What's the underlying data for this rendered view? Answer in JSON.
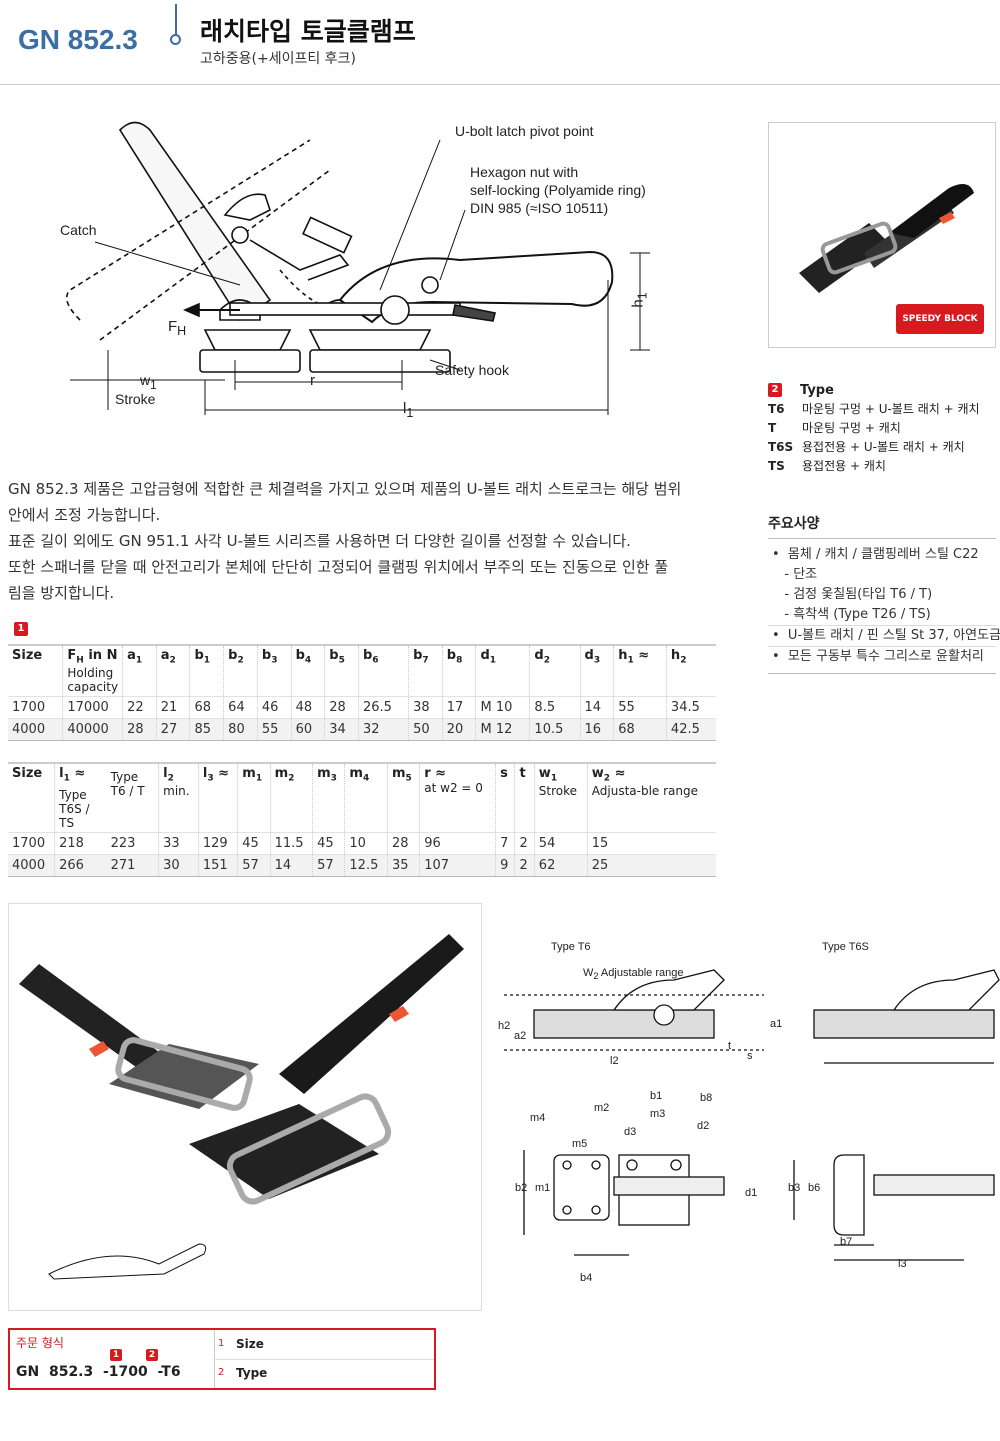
{
  "header": {
    "code": "GN 852.3",
    "title": "래치타입 토글클램프",
    "subtitle": "고하중용(+세이프티 후크)"
  },
  "drawing": {
    "latch_pivot": "U-bolt latch pivot point",
    "hex_nut_1": "Hexagon nut with",
    "hex_nut_2": "self-locking (Polyamide ring)",
    "hex_nut_3": "DIN 985 (≈ISO 10511)",
    "catch": "Catch",
    "fh": "F",
    "fh_sub": "H",
    "safety_hook": "Safety hook",
    "w1": "w",
    "w1_sub": "1",
    "stroke": "Stroke",
    "r": "r",
    "l1": "l",
    "l1_sub": "1",
    "h1": "h",
    "h1_sub": "1"
  },
  "type_table": {
    "marker": "2",
    "title": "Type",
    "rows": [
      {
        "code": "T6",
        "desc": "마운팅 구멍 + U-볼트 래치 + 캐치"
      },
      {
        "code": "T",
        "desc": "마운팅 구멍 + 캐치"
      },
      {
        "code": "T6S",
        "desc": "용접전용 + U-볼트 래치 + 캐치"
      },
      {
        "code": "TS",
        "desc": "용접전용 + 캐치"
      }
    ]
  },
  "specs": {
    "title": "주요사양",
    "items": [
      "•  몸체 / 캐치 / 클램핑레버 스틸 C22",
      "   - 단조",
      "   - 검정 옻칠됨(타입 T6 / T)",
      "   - 흑착색 (Type T26 / TS)",
      "•  U-볼트 래치 / 핀 스틸 St 37, 아연도금",
      "•  모든 구동부 특수 그리스로 윤활처리"
    ]
  },
  "description": [
    "GN 852.3 제품은 고압금형에 적합한 큰 체결력을 가지고 있으며 제품의 U-볼트 래치 스트로크는 해당 범위",
    "안에서 조정 가능합니다.",
    "표준 길이 외에도 GN 951.1 사각 U-볼트 시리즈를 사용하면 더 다양한 길이를 선정할 수 있습니다.",
    "또한 스패너를 닫을 때 안전고리가 본체에 단단히 고정되어 클램핑 위치에서 부주의 또는 진동으로 인한 풀",
    "림을 방지합니다."
  ],
  "table1": {
    "marker": "1",
    "headers": [
      {
        "t": "Size",
        "s": ""
      },
      {
        "t": "F",
        "sub": "H",
        "t2": " in N",
        "s": "Holding capacity"
      },
      {
        "t": "a",
        "sub": "1"
      },
      {
        "t": "a",
        "sub": "2"
      },
      {
        "t": "b",
        "sub": "1"
      },
      {
        "t": "b",
        "sub": "2"
      },
      {
        "t": "b",
        "sub": "3"
      },
      {
        "t": "b",
        "sub": "4"
      },
      {
        "t": "b",
        "sub": "5"
      },
      {
        "t": "b",
        "sub": "6"
      },
      {
        "t": "b",
        "sub": "7"
      },
      {
        "t": "b",
        "sub": "8"
      },
      {
        "t": "d",
        "sub": "1"
      },
      {
        "t": "d",
        "sub": "2"
      },
      {
        "t": "d",
        "sub": "3"
      },
      {
        "t": "h",
        "sub": "1",
        "t2": " ≈"
      },
      {
        "t": "h",
        "sub": "2"
      }
    ],
    "rows": [
      [
        "1700",
        "17000",
        "22",
        "21",
        "68",
        "64",
        "46",
        "48",
        "28",
        "26.5",
        "38",
        "17",
        "M 10",
        "8.5",
        "14",
        "55",
        "34.5"
      ],
      [
        "4000",
        "40000",
        "28",
        "27",
        "85",
        "80",
        "55",
        "60",
        "34",
        "32",
        "50",
        "20",
        "M 12",
        "10.5",
        "16",
        "68",
        "42.5"
      ]
    ]
  },
  "table2": {
    "headers": [
      {
        "t": "Size"
      },
      {
        "t": "l",
        "sub": "1",
        "t2": " ≈"
      },
      {
        "t": ""
      },
      {
        "t": "l",
        "sub": "2",
        "s": "min."
      },
      {
        "t": "l",
        "sub": "3",
        "t2": " ≈"
      },
      {
        "t": "m",
        "sub": "1"
      },
      {
        "t": "m",
        "sub": "2"
      },
      {
        "t": "m",
        "sub": "3"
      },
      {
        "t": "m",
        "sub": "4"
      },
      {
        "t": "m",
        "sub": "5"
      },
      {
        "t": "r ≈",
        "s": "at w2 = 0"
      },
      {
        "t": "s"
      },
      {
        "t": "t"
      },
      {
        "t": "w",
        "sub": "1",
        "s": "Stroke"
      },
      {
        "t": "w",
        "sub": "2",
        "t2": " ≈",
        "s": "Adjusta-ble range"
      }
    ],
    "subheaders": [
      "Type T6S / TS",
      "Type T6 / T"
    ],
    "rows": [
      [
        "1700",
        "218",
        "223",
        "33",
        "129",
        "45",
        "11.5",
        "45",
        "10",
        "28",
        "96",
        "7",
        "2",
        "54",
        "15"
      ],
      [
        "4000",
        "266",
        "271",
        "30",
        "151",
        "57",
        "14",
        "57",
        "12.5",
        "35",
        "107",
        "9",
        "2",
        "62",
        "25"
      ]
    ]
  },
  "tech": {
    "type_t6": "Type T6",
    "type_t6s": "Type T6S",
    "w2_label": "W",
    "w2_sub": "2",
    "w2_text": " Adjustable range",
    "labels": [
      "h2",
      "a2",
      "l2",
      "t",
      "s",
      "a1",
      "b1",
      "b8",
      "m2",
      "m3",
      "m4",
      "m5",
      "d3",
      "d2",
      "d1",
      "b2",
      "m1",
      "b4",
      "b3",
      "b6",
      "b7",
      "l3"
    ]
  },
  "logo": "SPEEDY BLOCK",
  "order": {
    "title": "주문 형식",
    "code": "GN  852.3  -1700  -T6",
    "m1": "1",
    "m2": "2",
    "legend": [
      {
        "n": "1",
        "label": "Size"
      },
      {
        "n": "2",
        "label": "Type"
      }
    ]
  }
}
